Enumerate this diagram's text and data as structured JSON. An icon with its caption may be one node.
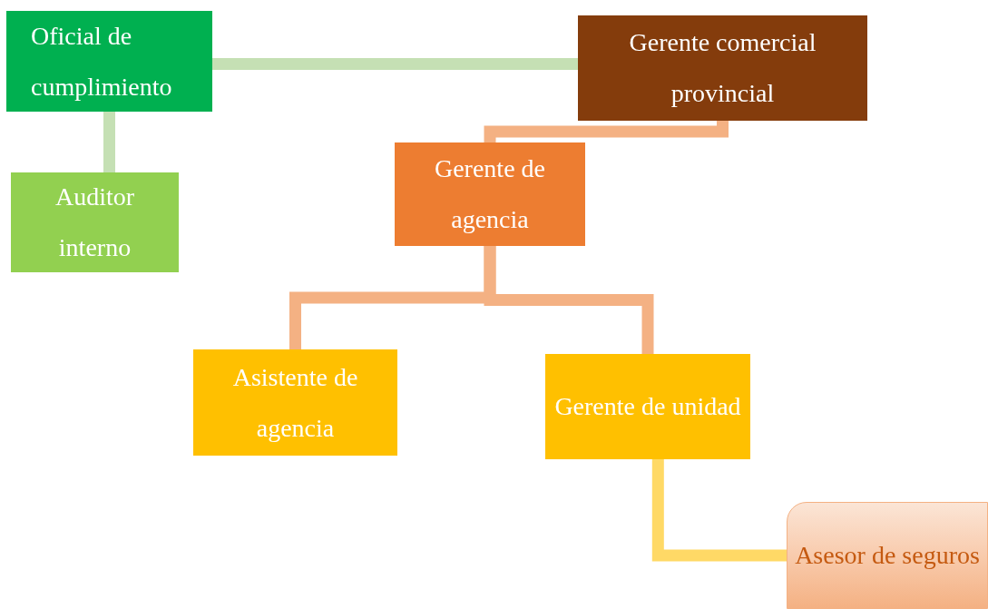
{
  "diagram": {
    "nodes": [
      {
        "text": [
          "Oficial de cumplimiento"
        ]
      },
      {
        "text": [
          "Gerente comercial provincial"
        ]
      },
      {
        "text": [
          "Auditor interno"
        ]
      },
      {
        "text": [
          "Gerente de agencia"
        ]
      },
      {
        "text": [
          "Asistente de agencia"
        ]
      },
      {
        "text": [
          "Gerente de unidad"
        ]
      },
      {
        "text": [
          "Asesor de seguros"
        ]
      }
    ],
    "edges": [
      {
        "from": 0,
        "to": 1,
        "arrow": "none",
        "color": "#c5e0b4"
      },
      {
        "from": 0,
        "to": 2,
        "arrow": "none",
        "color": "#c5e0b4"
      },
      {
        "from": 1,
        "to": 3,
        "arrow": "none",
        "color": "#f4b183"
      },
      {
        "from": 3,
        "to": 4,
        "arrow": "none",
        "color": "#f4b183"
      },
      {
        "from": 3,
        "to": 5,
        "arrow": "none",
        "color": "#f4b183"
      },
      {
        "from": 5,
        "to": 6,
        "arrow": "none",
        "color": "#ffd966"
      }
    ]
  }
}
